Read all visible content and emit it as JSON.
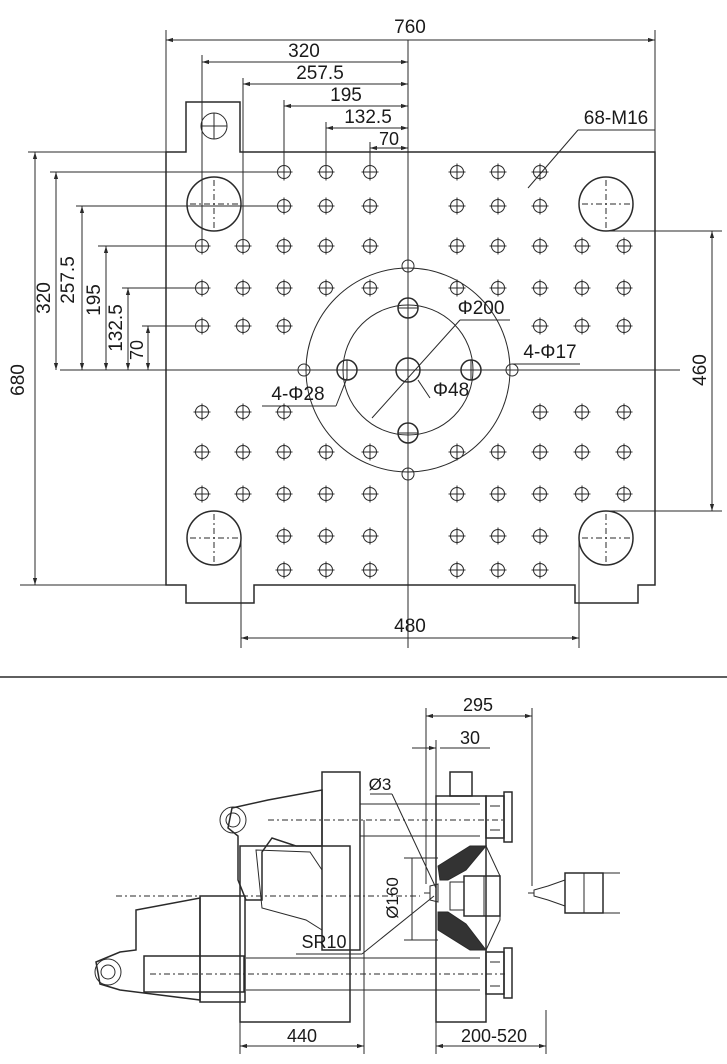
{
  "platen": {
    "dim_width_total": "760",
    "dim_320_top": "320",
    "dim_2575_top": "257.5",
    "dim_195_top": "195",
    "dim_1325_top": "132.5",
    "dim_70_top": "70",
    "thread_holes": "68-M16",
    "dim_height_total": "680",
    "dim_320_left": "320",
    "dim_2575_left": "257.5",
    "dim_195_left": "195",
    "dim_1325_left": "132.5",
    "dim_70_left": "70",
    "tie_bar_vertical": "460",
    "tie_bar_horizontal": "480",
    "locating_ring": "Φ200",
    "holes_4_17": "4-Φ17",
    "holes_4_28": "4-Φ28",
    "nozzle_hole": "Φ48"
  },
  "side_view": {
    "dim_295": "295",
    "dim_30": "30",
    "orifice": "Ø3",
    "dim_160": "Ø160",
    "sphere_radius": "SR10",
    "dim_440": "440",
    "stroke_range": "200-520"
  }
}
